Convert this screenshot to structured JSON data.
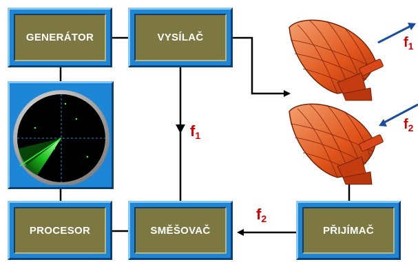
{
  "blocks": {
    "generator": "GENERÁTOR",
    "transmitter": "VYSÍLAČ",
    "processor": "PROCESOR",
    "mixer": "SMĚŠOVAČ",
    "receiver": "PŘIJÍMAČ"
  },
  "frequencies": {
    "f1": {
      "base": "f",
      "sub": "1"
    },
    "f2": {
      "base": "f",
      "sub": "2"
    }
  },
  "colors": {
    "block_frame": "#1e86d6",
    "block_fill": "#7d7741",
    "line": "#000000",
    "freq_label": "#d40000",
    "antenna": "#e0541a",
    "radar_sweep": "#1fd11f",
    "wave_arrow": "#1a4e9c"
  },
  "icons": {
    "radar_display": "radar-scope-icon",
    "antenna_tx": "dish-antenna-icon",
    "antenna_rx": "dish-antenna-icon"
  }
}
